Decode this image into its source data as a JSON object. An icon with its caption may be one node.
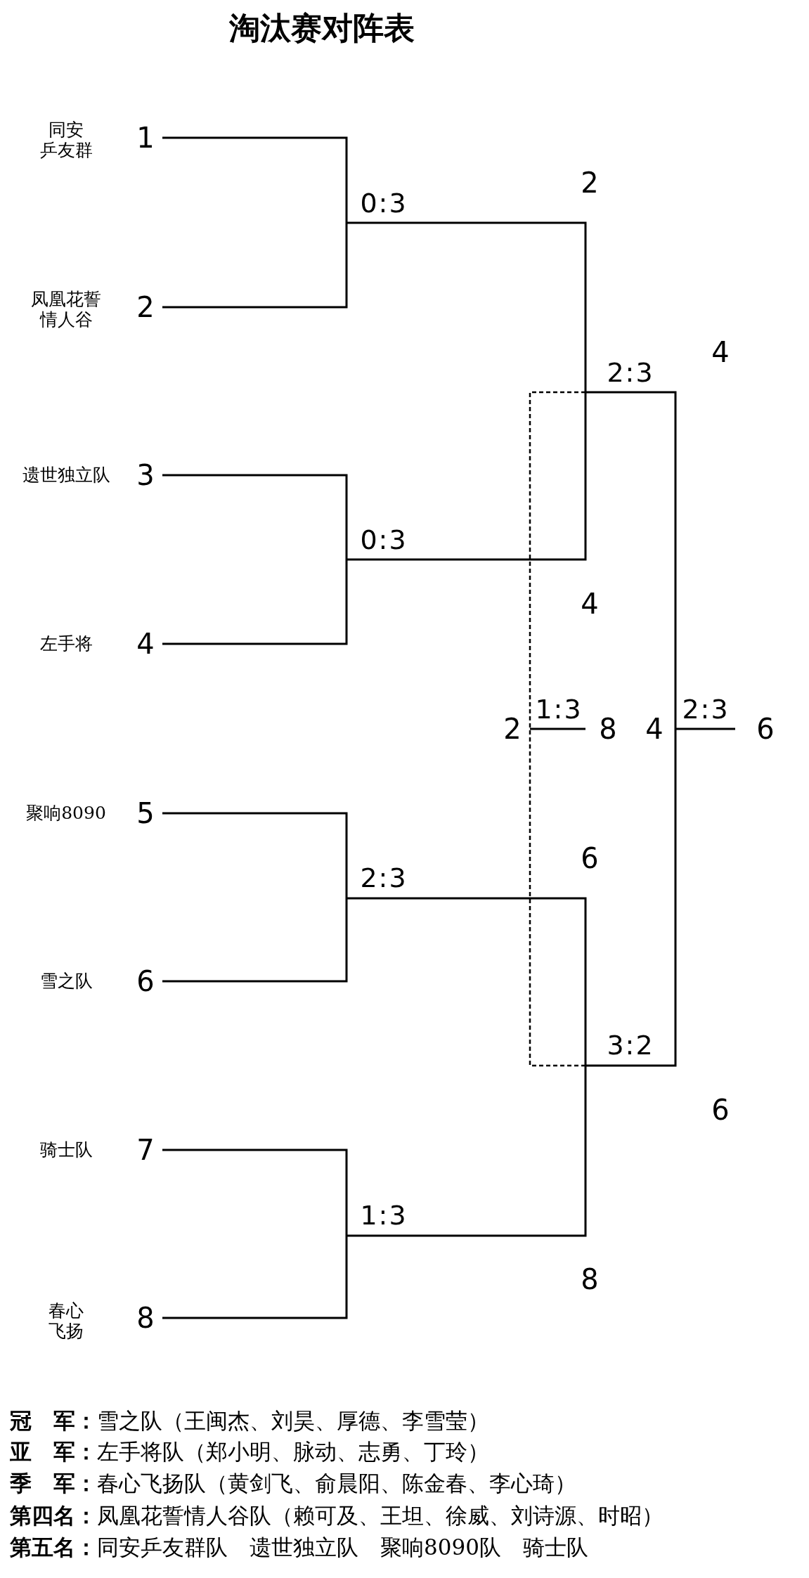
{
  "diagram": {
    "title": "淘汰赛对阵表",
    "labels": [
      "同安乒友群",
      "1",
      "2",
      "0:3",
      "凤凰花誓情人谷",
      "2",
      "4",
      "2:3",
      "遗世独立队",
      "3",
      "0:3",
      "4",
      "左手将",
      "4",
      "2",
      "1:3",
      "8",
      "4",
      "2:3",
      "6",
      "聚响8090",
      "5",
      "6",
      "2:3",
      "雪之队",
      "6",
      "3:2",
      "6",
      "骑士队",
      "7",
      "1:3",
      "8",
      "春心飞扬",
      "8",
      "**冠　军：**雪之队（王闽杰、刘昊、厚德、李雪莹）",
      "**亚　军：**左手将队（郑小明、脉动、志勇、丁玲）",
      "**季　军：**春心飞扬队（黄剑飞、俞晨阳、陈金春、李心琦）",
      "**第四名：**凤凰花誓情人谷队（赖可及、王坦、徐威、刘诗源、时昭）",
      "**第五名：**同安乒友群队　遗世独立队　聚响8090队　骑士队"
    ]
  }
}
